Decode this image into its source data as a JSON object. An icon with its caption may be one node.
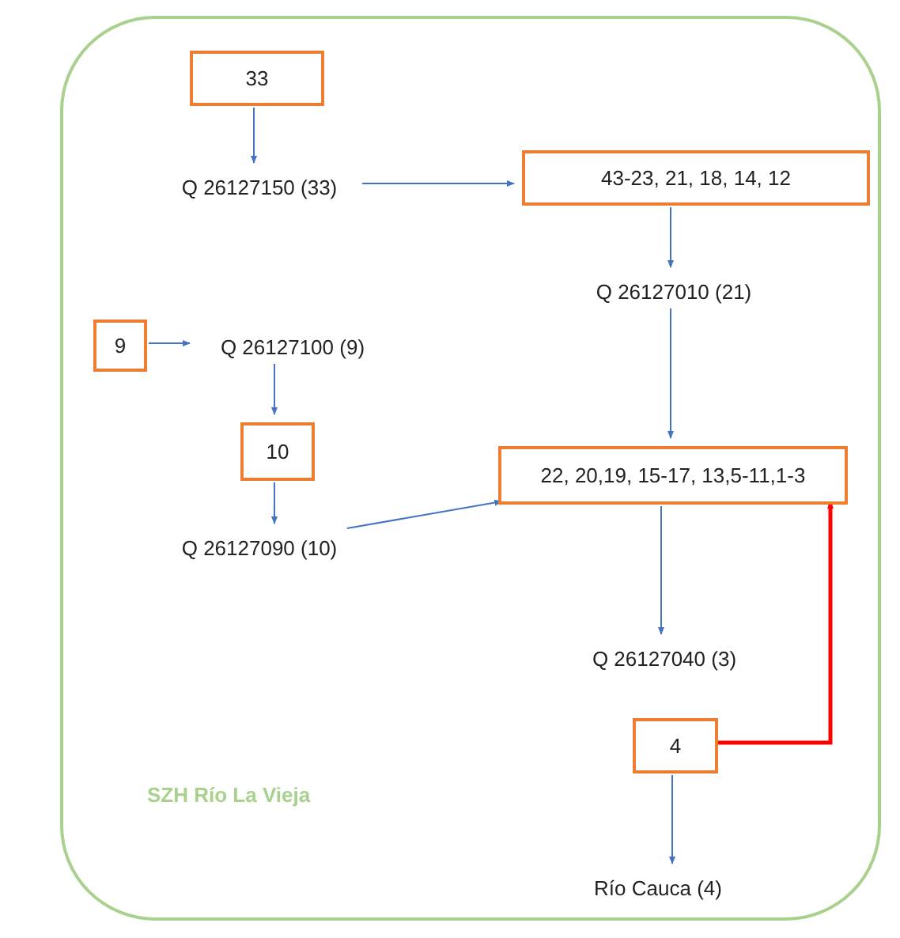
{
  "diagram": {
    "nodes": [
      {
        "text": [
          "SZH Río La Vieja"
        ]
      },
      {
        "text": [
          "33"
        ],
        "in": 0
      },
      {
        "text": [
          "Q 26127150 (33)"
        ],
        "in": 0
      },
      {
        "text": [
          "43-23, 21, 18, 14, 12"
        ],
        "in": 0
      },
      {
        "text": [
          "Q 26127010 (21)"
        ],
        "in": 0
      },
      {
        "text": [
          "9"
        ],
        "in": 0
      },
      {
        "text": [
          "Q 26127100 (9)"
        ],
        "in": 0
      },
      {
        "text": [
          "10"
        ],
        "in": 0
      },
      {
        "text": [
          "Q 26127090 (10)"
        ],
        "in": 0
      },
      {
        "text": [
          "22, 20,19, 15-17, 13,5-11,1-3"
        ],
        "in": 0
      },
      {
        "text": [
          "Q 26127040 (3)"
        ],
        "in": 0
      },
      {
        "text": [
          "4"
        ],
        "in": 0
      },
      {
        "text": [
          "Río Cauca (4)"
        ],
        "in": 0
      }
    ],
    "edges": [
      {
        "from": 1,
        "to": 2,
        "arrow": "to"
      },
      {
        "from": 2,
        "to": 3,
        "arrow": "to"
      },
      {
        "from": 3,
        "to": 4,
        "arrow": "to"
      },
      {
        "from": 4,
        "to": 9,
        "arrow": "to"
      },
      {
        "from": 5,
        "to": 6,
        "arrow": "to"
      },
      {
        "from": 6,
        "to": 7,
        "arrow": "to"
      },
      {
        "from": 7,
        "to": 8,
        "arrow": "to"
      },
      {
        "from": 8,
        "to": 9,
        "arrow": "to"
      },
      {
        "from": 9,
        "to": 10,
        "arrow": "to"
      },
      {
        "from": 11,
        "to": 9,
        "arrow": "to",
        "style": "thick",
        "color": "#ff0000"
      },
      {
        "from": 11,
        "to": 12,
        "arrow": "to"
      }
    ]
  }
}
